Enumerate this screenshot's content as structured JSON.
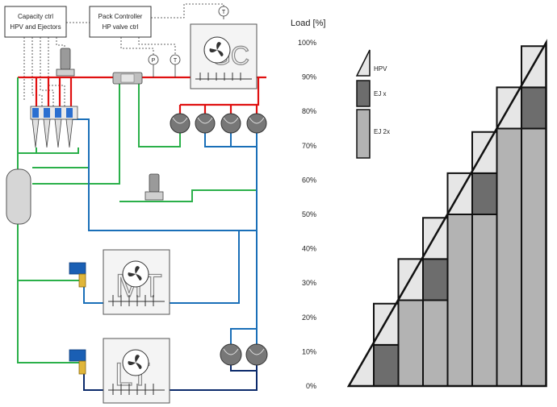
{
  "boxes": {
    "capacity_ctrl": {
      "line1": "Capacity ctrl",
      "line2": "HPV and Ejectors"
    },
    "pack_ctrl": {
      "line1": "Pack Controller",
      "line2": "HP valve ctrl"
    }
  },
  "sensors": {
    "temp_top": "T",
    "pressure": "P",
    "temp_mid": "T"
  },
  "units": {
    "gc": "GC",
    "mt": "MT",
    "lt": "LT"
  },
  "chart": {
    "ylabel": "Load [%]",
    "ticks": [
      "0%",
      "10%",
      "20%",
      "30%",
      "40%",
      "50%",
      "60%",
      "70%",
      "80%",
      "90%",
      "100%"
    ],
    "legend": [
      {
        "label": "HPV",
        "color": "#e6e6e6"
      },
      {
        "label": "EJ x",
        "color": "#6d6d6d"
      },
      {
        "label": "EJ 2x",
        "color": "#b3b3b3"
      }
    ]
  },
  "chart_data": {
    "type": "bar",
    "ylabel": "Load [%]",
    "ylim": [
      0,
      100
    ],
    "series": [
      {
        "name": "HPV",
        "values": [
          12,
          12,
          12,
          12,
          12,
          12,
          12
        ]
      },
      {
        "name": "EJ x",
        "values": [
          12,
          0,
          12,
          0,
          12,
          0,
          12
        ]
      },
      {
        "name": "EJ 2x",
        "values": [
          0,
          25,
          25,
          50,
          50,
          75,
          75
        ]
      }
    ]
  },
  "colors": {
    "hot": "#e01010",
    "suction": "#1a6fb8",
    "liquid": "#2bb04a",
    "lt_line": "#0b2a6b"
  }
}
